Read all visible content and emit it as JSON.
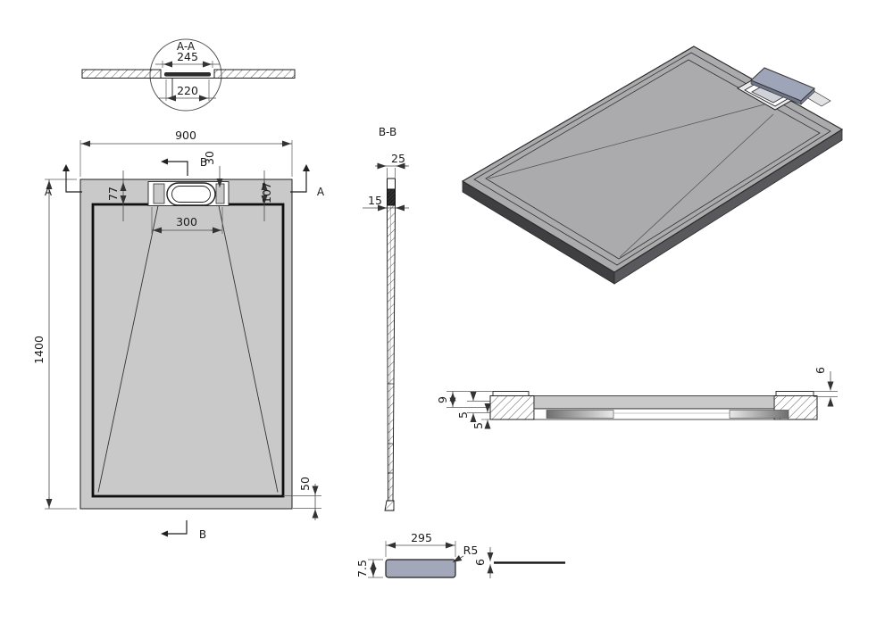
{
  "title": "Shower tray technical drawing",
  "colors": {
    "tray_fill": "#c9c9c9",
    "iso_top": "#ababae",
    "iso_edge_left": "#3f3f42",
    "iso_edge_right": "#59595d",
    "cover_fill": "#9fa5b8",
    "detail_cover_fill": "#a2a8ba",
    "line": "#1f1f1f"
  },
  "section_aa": {
    "label": "A-A",
    "dim_top": "245",
    "dim_bottom": "220"
  },
  "plan": {
    "dim_width": "900",
    "dim_height": "1400",
    "dim_drain_left": "77",
    "dim_drain_top": "30",
    "dim_drain_right": "107",
    "dim_drain_width": "300",
    "dim_border": "50",
    "marker_a": "A",
    "marker_b": "B"
  },
  "section_bb": {
    "label": "B-B",
    "dim_top_width": "25",
    "dim_wall": "15"
  },
  "side_section": {
    "dim_rim": "9",
    "dim_step1": "5",
    "dim_step2": "5",
    "dim_edge": "6"
  },
  "cover_detail": {
    "dim_width": "295",
    "dim_depth": "7.5",
    "dim_radius": "R5",
    "dim_thickness": "6"
  }
}
